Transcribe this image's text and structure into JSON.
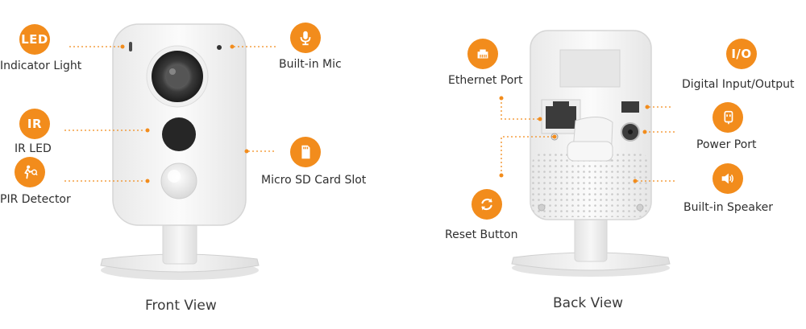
{
  "colors": {
    "accent": "#f28c1c",
    "body": "#f2f2f2",
    "outline": "#cfcfcf"
  },
  "front": {
    "caption": "Front View",
    "labels": {
      "led_badge": "LED",
      "led": "Indicator Light",
      "mic": "Built-in Mic",
      "ir_badge": "IR",
      "ir": "IR LED",
      "pir": "PIR Detector",
      "sd": "Micro SD Card Slot"
    },
    "icons": {
      "mic": "microphone-icon",
      "pir": "motion-person-icon",
      "sd": "sd-card-icon"
    }
  },
  "back": {
    "caption": "Back View",
    "labels": {
      "ethernet": "Ethernet Port",
      "io_badge": "I/O",
      "io": "Digital Input/Output",
      "power": "Power Port",
      "reset": "Reset Button",
      "speaker": "Built-in Speaker"
    },
    "icons": {
      "ethernet": "ethernet-icon",
      "power": "power-plug-icon",
      "reset": "reset-icon",
      "speaker": "speaker-icon"
    }
  }
}
